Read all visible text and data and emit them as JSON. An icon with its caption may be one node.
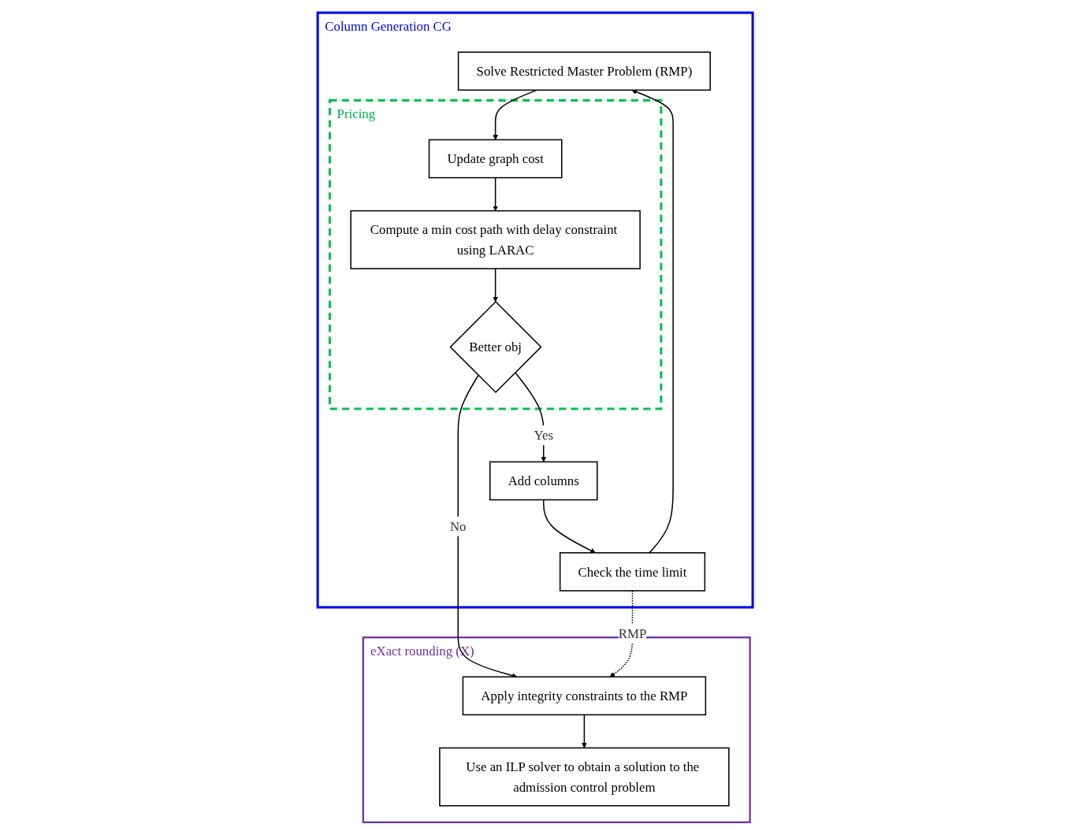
{
  "diagram": {
    "nodes": [
      {
        "text": [
          "Column Generation CG"
        ]
      },
      {
        "text": [
          "Solve Restricted Master Problem (RMP)"
        ],
        "in": 0
      },
      {
        "text": [
          "Check the time limit"
        ],
        "in": 0
      },
      {
        "text": [
          "Pricing"
        ],
        "in": 0
      },
      {
        "text": [
          "Update graph cost"
        ],
        "in": 3
      },
      {
        "text": [
          "Compute a min cost path with delay constraint using LARAC"
        ],
        "in": 3
      },
      {
        "text": [
          "Better obj"
        ],
        "in": 3
      },
      {
        "text": [
          "Add columns"
        ],
        "in": 0
      },
      {
        "text": [
          "eXact rounding (X)"
        ]
      },
      {
        "text": [
          "Apply integrity constraints to the RMP"
        ],
        "in": 8
      },
      {
        "text": [
          "Use an ILP solver to obtain a solution to the admission control problem"
        ],
        "in": 8
      }
    ],
    "edges": [
      {
        "from": 2,
        "to": 1,
        "arrow": "to"
      },
      {
        "from": 1,
        "to": 4,
        "arrow": "to"
      },
      {
        "from": 4,
        "to": 5,
        "arrow": "to"
      },
      {
        "from": 5,
        "to": 6,
        "arrow": "to"
      },
      {
        "from": 6,
        "to": 7,
        "arrow": "to",
        "label": "Yes"
      },
      {
        "from": 7,
        "to": 2,
        "arrow": "to"
      },
      {
        "from": 6,
        "to": 9,
        "arrow": "to",
        "label": "No"
      },
      {
        "from": 2,
        "to": 9,
        "arrow": "to",
        "label": "RMP",
        "style": "dashed"
      },
      {
        "from": 9,
        "to": 10,
        "arrow": "to"
      }
    ]
  }
}
